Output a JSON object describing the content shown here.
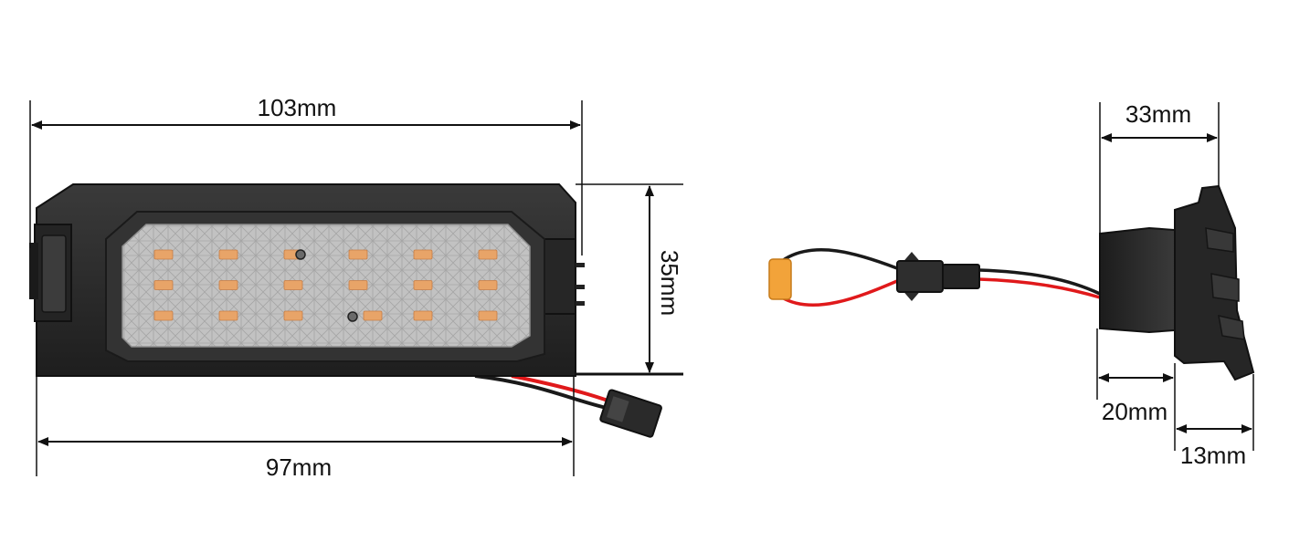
{
  "dimensions": {
    "overall_length": "103mm",
    "body_length": "97mm",
    "height": "35mm",
    "depth": "33mm",
    "base_depth": "20mm",
    "flange_depth": "13mm"
  },
  "colors": {
    "housing": "#2b2b2b",
    "housing_edge": "#111111",
    "lens": "#bdbdbd",
    "lens_grid": "#a4a4a4",
    "led": "#e8a468",
    "wire_red": "#e0191b",
    "wire_black": "#1a1a1a",
    "resistor": "#f2a33a",
    "dimension_line": "#111111"
  },
  "led_grid": {
    "rows": 3,
    "columns": 6
  }
}
